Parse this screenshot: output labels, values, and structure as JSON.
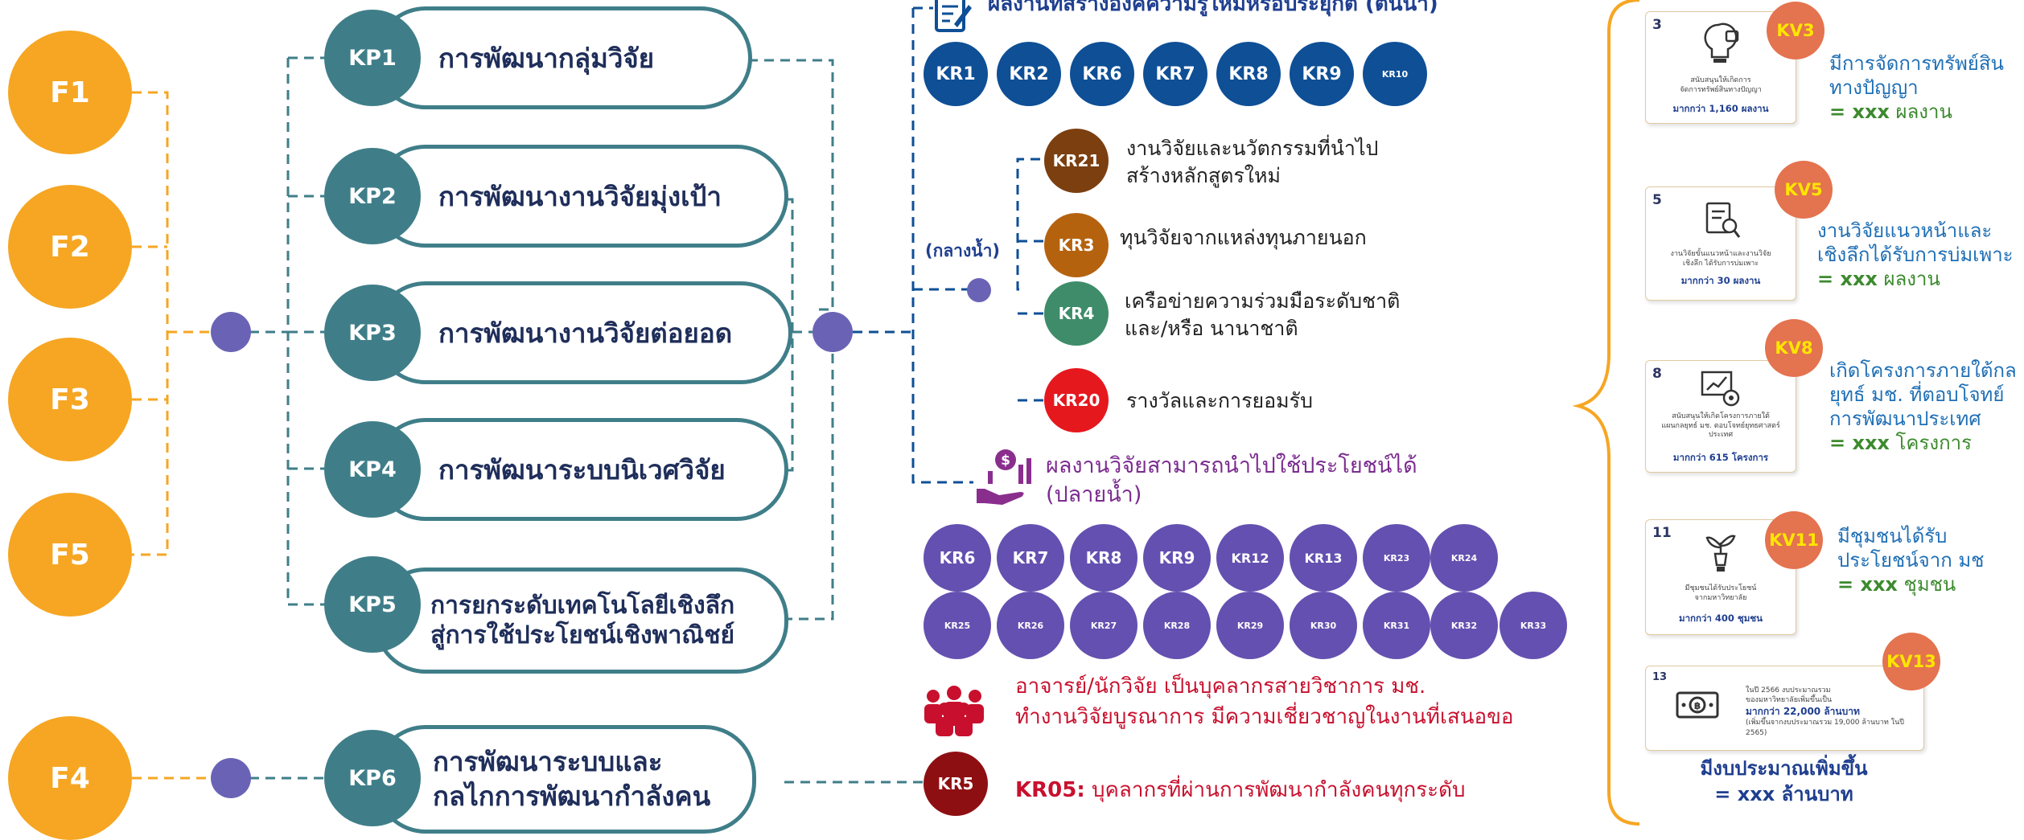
{
  "colors": {
    "f": "#F6A623",
    "kp": "#3F7E89",
    "hub": "#6A63B5",
    "kr_blue": "#0E4F96",
    "kr_purple": "#6450B0",
    "bracket": "#F6A623"
  },
  "f_nodes": [
    "F1",
    "F2",
    "F3",
    "F5",
    "F4"
  ],
  "kp_nodes": [
    {
      "code": "KP1",
      "label": "การพัฒนากลุ่มวิจัย"
    },
    {
      "code": "KP2",
      "label": "การพัฒนางานวิจัยมุ่งเป้า"
    },
    {
      "code": "KP3",
      "label": "การพัฒนางานวิจัยต่อยอด"
    },
    {
      "code": "KP4",
      "label": "การพัฒนาระบบนิเวศวิจัย"
    },
    {
      "code": "KP5",
      "label_1": "การยกระดับเทคโนโลยีเชิงลึก",
      "label_2": "สู่การใช้ประโยชน์เชิงพาณิชย์"
    },
    {
      "code": "KP6",
      "label_1": "การพัฒนาระบบและ",
      "label_2": "กลไกการพัฒนากำลังคน"
    }
  ],
  "upstream": {
    "heading": "ผลงานที่สร้างองค์ความรู้ใหม่หรือประยุกต์ (ต้นน้ำ)",
    "icon": "document-pen-icon",
    "krs": [
      "KR1",
      "KR2",
      "KR6",
      "KR7",
      "KR8",
      "KR9",
      "KR10"
    ]
  },
  "midstream": {
    "label": "(กลางน้ำ)",
    "items": [
      {
        "code": "KR21",
        "color": "#7B3F10",
        "text_1": "งานวิจัยและนวัตกรรมที่นำไป",
        "text_2": "สร้างหลักสูตรใหม่"
      },
      {
        "code": "KR3",
        "color": "#B5620F",
        "text_1": "ทุนวิจัยจากแหล่งทุนภายนอก",
        "text_2": ""
      },
      {
        "code": "KR4",
        "color": "#3E8C6A",
        "text_1": "เครือข่ายความร่วมมือระดับชาติ",
        "text_2": "และ/หรือ นานาชาติ"
      },
      {
        "code": "KR20",
        "color": "#E5181E",
        "text_1": "รางวัลและการยอมรับ",
        "text_2": ""
      }
    ]
  },
  "downstream": {
    "heading_1": "ผลงานวิจัยสามารถนำไปใช้ประโยชน์ได้",
    "heading_2": "(ปลายน้ำ)",
    "icon": "hand-money-chart-icon",
    "krs_row1": [
      "KR6",
      "KR7",
      "KR8",
      "KR9",
      "KR12",
      "KR13",
      "KR23",
      "KR24"
    ],
    "krs_row2": [
      "KR25",
      "KR26",
      "KR27",
      "KR28",
      "KR29",
      "KR30",
      "KR31",
      "KR32",
      "KR33"
    ]
  },
  "personnel": {
    "icon": "people-group-icon",
    "text_1": "อาจารย์/นักวิจัย เป็นบุคลากรสายวิชาการ มช.",
    "text_2": "ทำงานวิจัยบูรณาการ มีความเชี่ยวชาญในงานที่เสนอขอ",
    "kr": "KR5",
    "kr_label_bold": "KR05:",
    "kr_label": " บุคลากรที่ผ่านการพัฒนากำลังคนทุกระดับ"
  },
  "kv": [
    {
      "num": "3",
      "badge": "KV3",
      "icon": "lightbulb-lock-icon",
      "desc_1": "สนับสนุนให้เกิดการ",
      "desc_2": "จัดการทรัพย์สินทางปัญญา",
      "more": "มากกว่า 1,160 ผลงาน",
      "text_1": "มีการจัดการทรัพย์สิน",
      "text_2": "ทางปัญญา",
      "val": "= xxx",
      "unit": " ผลงาน"
    },
    {
      "num": "5",
      "badge": "KV5",
      "icon": "document-search-icon",
      "desc_1": "งานวิจัยขั้นแนวหน้าและงานวิจัย",
      "desc_2": "เชิงลึก ได้รับการบ่มเพาะ",
      "more": "มากกว่า 30 ผลงาน",
      "text_1": "งานวิจัยแนวหน้าและ",
      "text_2": "เชิงลึกได้รับการบ่มเพาะ",
      "val": "= xxx",
      "unit": " ผลงาน"
    },
    {
      "num": "8",
      "badge": "KV8",
      "icon": "chart-gear-icon",
      "desc_1": "สนับสนุนให้เกิดโครงการภายใต้",
      "desc_2": "แผนกลยุทธ์ มช. ตอบโจทย์ยุทธศาสตร์ประเทศ",
      "more": "มากกว่า 615 โครงการ",
      "text_1": "เกิดโครงการภายใต้กล",
      "text_2": "ยุทธ์ มช. ที่ตอบโจทย์",
      "text_3": "การพัฒนาประเทศ",
      "val": "= xxx",
      "unit": " โครงการ"
    },
    {
      "num": "11",
      "badge": "KV11",
      "icon": "plant-bulb-icon",
      "desc_1": "มีชุมชนได้รับประโยชน์",
      "desc_2": "จากมหาวิทยาลัย",
      "more": "มากกว่า 400 ชุมชน",
      "text_1": "มีชุมชนได้รับ",
      "text_2": "ประโยชน์จาก มช",
      "val": "= xxx",
      "unit": " ชุมชน"
    },
    {
      "num": "13",
      "badge": "KV13",
      "icon": "banknote-icon",
      "desc_1": "ในปี 2566 งบประมาณรวม",
      "desc_2": "ของมหาวิทยาลัยเพิ่มขึ้นเป็น",
      "more": "มากกว่า 22,000 ล้านบาท",
      "desc_3": "(เพิ่มขึ้นจากงบประมาณรวม 19,000 ล้านบาท ในปี 2565)",
      "text_1": "มีงบประมาณเพิ่มขึ้น",
      "text_2": "= xxx ล้านบาท"
    }
  ]
}
